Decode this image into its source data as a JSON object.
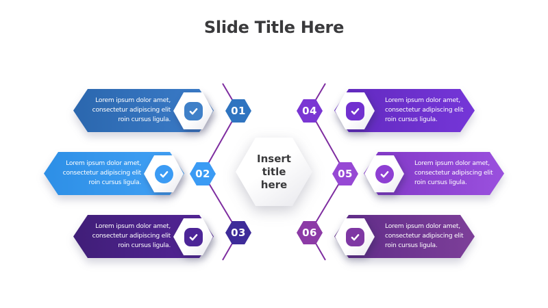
{
  "slide": {
    "title": "Slide Title Here",
    "center_placeholder": "Insert title here",
    "body_lines": [
      "Lorem ipsum dolor amet,",
      "consectetur adipiscing elit",
      "roin cursus ligula."
    ],
    "connector_color": "#7e2da0",
    "items": [
      {
        "number": "01",
        "side": "left",
        "text": "Lorem ipsum dolor amet, consectetur adipiscing elit roin cursus ligula.",
        "banner_gradient": [
          "#2b67ae",
          "#3b7cc9"
        ],
        "badge_color": "#2f74c0",
        "icon_color": "#3f80c8",
        "icon": "check-icon",
        "icon_shape": "rounded-square"
      },
      {
        "number": "02",
        "side": "left",
        "text": "Lorem ipsum dolor amet, consectetur adipiscing elit roin cursus ligula.",
        "banner_gradient": [
          "#2d8fe6",
          "#42a1f5"
        ],
        "badge_color": "#3b9bf4",
        "icon_color": "#3b9bf4",
        "icon": "check-icon",
        "icon_shape": "circle"
      },
      {
        "number": "03",
        "side": "left",
        "text": "Lorem ipsum dolor amet, consectetur adipiscing elit roin cursus ligula.",
        "banner_gradient": [
          "#401e78",
          "#542597"
        ],
        "badge_color": "#3e2b99",
        "icon_color": "#4c2597",
        "icon": "check-icon",
        "icon_shape": "rounded-square"
      },
      {
        "number": "04",
        "side": "right",
        "text": "Lorem ipsum dolor amet, consectetur adipiscing elit roin cursus ligula.",
        "banner_gradient": [
          "#6129be",
          "#7536d8"
        ],
        "badge_color": "#7a36d3",
        "icon_color": "#7130cf",
        "icon": "check-icon",
        "icon_shape": "rounded-square"
      },
      {
        "number": "05",
        "side": "right",
        "text": "Lorem ipsum dolor amet, consectetur adipiscing elit roin cursus ligula.",
        "banner_gradient": [
          "#8138c6",
          "#9a50de"
        ],
        "badge_color": "#9648d4",
        "icon_color": "#8e3fd3",
        "icon": "check-icon",
        "icon_shape": "circle"
      },
      {
        "number": "06",
        "side": "right",
        "text": "Lorem ipsum dolor amet, consectetur adipiscing elit roin cursus ligula.",
        "banner_gradient": [
          "#5e2b87",
          "#7d3f99"
        ],
        "badge_color": "#8c3aa6",
        "icon_color": "#7e37a3",
        "icon": "check-icon",
        "icon_shape": "rounded-square"
      }
    ]
  }
}
